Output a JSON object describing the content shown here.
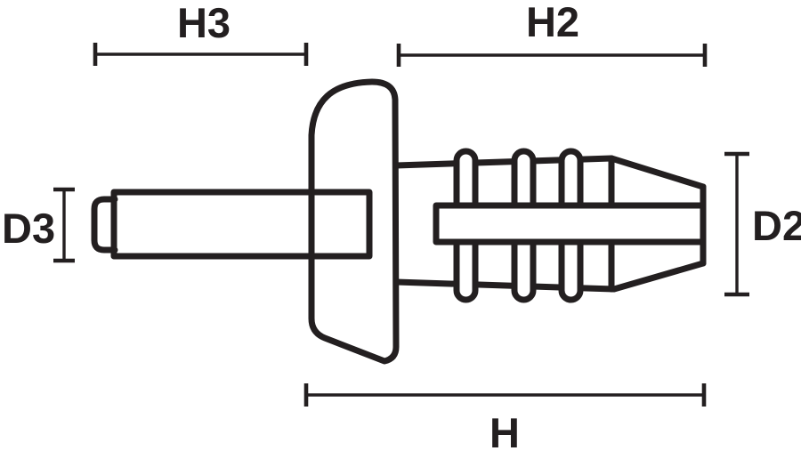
{
  "diagram": {
    "title": "fastener-technical-drawing",
    "line_color": "#231f20",
    "background_color": "#ffffff",
    "labels": {
      "h3": "H3",
      "h2": "H2",
      "h": "H",
      "d3": "D3",
      "d2": "D2"
    }
  }
}
